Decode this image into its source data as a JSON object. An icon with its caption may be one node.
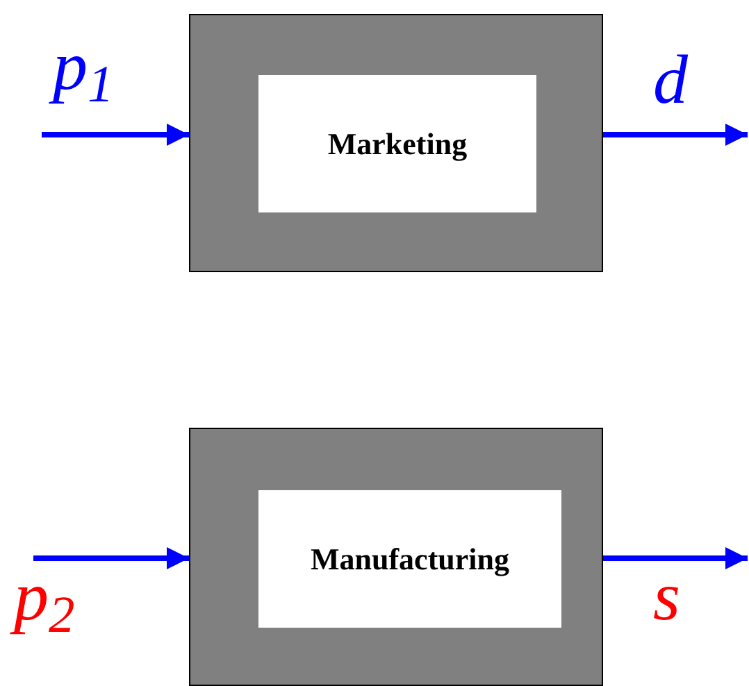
{
  "diagram": {
    "nodes": [
      {
        "text": [],
        "shape": "box"
      },
      {
        "text": [
          "Marketing"
        ],
        "in": 0
      },
      {
        "text": [],
        "shape": "box"
      },
      {
        "text": [
          "Manufacturing"
        ],
        "in": 2
      }
    ],
    "edges": [
      {
        "from": null,
        "to": 0,
        "arrow": "to",
        "label": "p$_{1}$"
      },
      {
        "from": 0,
        "to": null,
        "arrow": "to",
        "label": "d"
      },
      {
        "from": null,
        "to": 2,
        "arrow": "to",
        "label": "p$_{2}$"
      },
      {
        "from": 2,
        "to": null,
        "arrow": "to",
        "label": "s"
      }
    ]
  }
}
